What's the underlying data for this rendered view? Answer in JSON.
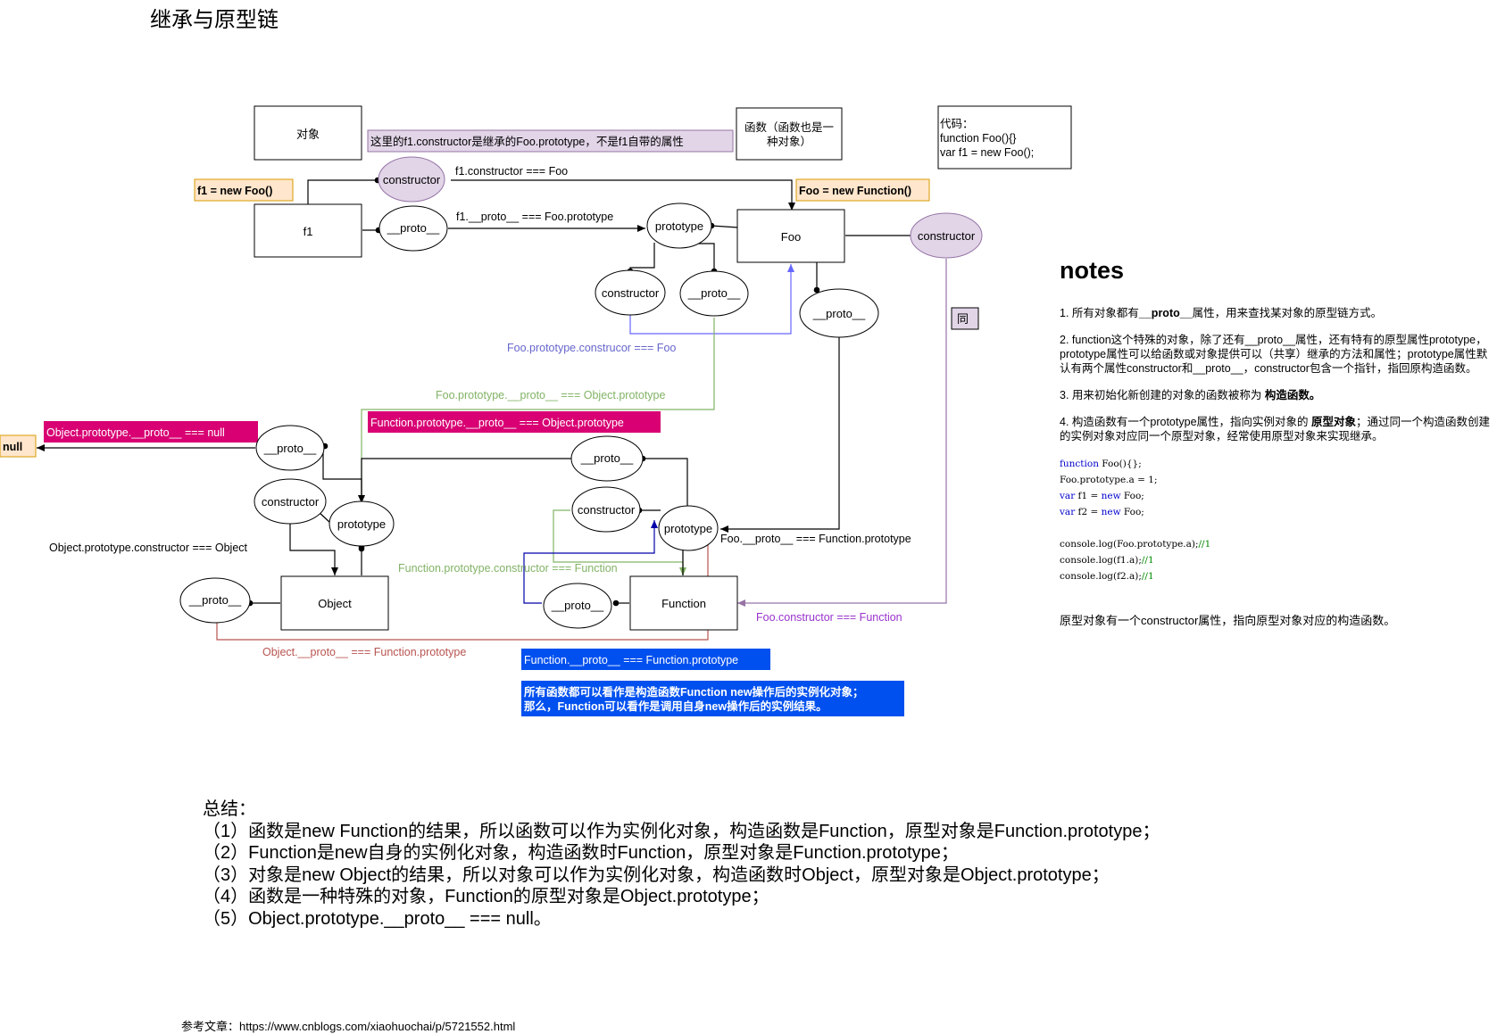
{
  "page": {
    "title": "继承与原型链"
  },
  "legend": {
    "object": "对象",
    "function": "函数（函数也是一种对象）",
    "function_line1": "函数（函数也是一",
    "function_line2": "种对象）",
    "code_box": [
      "代码：",
      "function Foo(){}",
      "var f1 = new Foo();"
    ],
    "constructor_note": "这里的f1.constructor是继承的Foo.prototype，不是f1自带的属性"
  },
  "nodes": {
    "f1": "f1",
    "foo": "Foo",
    "object": "Object",
    "function": "Function",
    "null": "null",
    "proto": "__proto__",
    "prototype": "prototype",
    "constructor": "constructor",
    "same": "同"
  },
  "tags": {
    "f1_new": "f1 = new Foo()",
    "foo_new": "Foo = new Function()",
    "object_proto_null": "Object.prototype.__proto__ === null",
    "function_proto_object": "Function.prototype.__proto__ === Object.prototype",
    "function_proto_function": "Function.__proto__ === Function.prototype",
    "all_functions_line1": "所有函数都可以看作是构造函数Function new操作后的实例化对象；",
    "all_functions_line2": "那么，Function可以看作是调用自身new操作后的实例结果。"
  },
  "edge_labels": {
    "f1_constructor": "f1.constructor === Foo",
    "f1_proto": "f1.__proto__ === Foo.prototype",
    "foo_prototype_constructor": "Foo.prototype.construcor === Foo",
    "foo_prototype_proto": "Foo.prototype.__proto__ === Object.prototype",
    "object_prototype_constructor": "Object.prototype.constructor === Object",
    "foo_proto": "Foo.__proto__ === Function.prototype",
    "function_prototype_constructor": "Function.prototype.constructor === Function",
    "foo_constructor": "Foo.constructor === Function",
    "object_proto": "Object.__proto__ === Function.prototype"
  },
  "notes": {
    "title": "notes",
    "item1_a": "1. 所有对象都有",
    "item1_b": "__proto__",
    "item1_c": "属性，用来查找某对象的原型链方式。",
    "item2_a": "2. function这个特殊的对象，除了还有__proto__属性，还有特有的原型属性prototype，prototype属性可以给函数或对象提供可以（共享）继承的方法和属性；prototype属性默认有两个属性constructor和__proto__，constructor包含一个指针，指回原构造函数。",
    "item3_a": "3. 用来初始化新创建的对象的函数被称为 ",
    "item3_b": "构造函数。",
    "item4_a": "4. 构造函数有一个prototype属性，指向实例对象的 ",
    "item4_b": "原型对象",
    "item4_c": "；通过同一个构造函数创建的实例对象对应同一个原型对象，经常使用原型对象来实现继承。",
    "code": {
      "l1_kw": "function",
      "l1_rest": " Foo(){};",
      "l2": "Foo.prototype.a = 1;",
      "l3_kw": "var",
      "l3_a": " f1 = ",
      "l3_kw2": "new",
      "l3_b": " Foo;",
      "l4_kw": "var",
      "l4_a": " f2 = ",
      "l4_kw2": "new",
      "l4_b": " Foo;",
      "l5_code": "console.log(Foo.prototype.a);",
      "l5_cm": "//1",
      "l6_code": "console.log(f1.a);",
      "l6_cm": "//1",
      "l7_code": "console.log(f2.a);",
      "l7_cm": "//1"
    },
    "footer": "原型对象有一个constructor属性，指向原型对象对应的构造函数。"
  },
  "summary": {
    "heading": "总结：",
    "lines": [
      "（1）函数是new Function的结果，所以函数可以作为实例化对象，构造函数是Function，原型对象是Function.prototype；",
      "（2）Function是new自身的实例化对象，构造函数时Function，原型对象是Function.prototype；",
      "（3）对象是new Object的结果，所以对象可以作为实例化对象，构造函数时Object，原型对象是Object.prototype；",
      "（4）函数是一种特殊的对象，Function的原型对象是Object.prototype；",
      "（5）Object.prototype.__proto__ === null。"
    ]
  },
  "reference": "参考文章：https://www.cnblogs.com/xiaohuochai/p/5721552.html",
  "colors": {
    "purple_fill": "#e1d5e7",
    "purple_stroke": "#9673a6",
    "orange_fill": "#ffe6cc",
    "orange_stroke": "#d79b00",
    "magenta_fill": "#d80073",
    "blue_fill": "#0050ef",
    "blue_edge": "#6666ff",
    "green_edge": "#82b366",
    "red_edge": "#b85450",
    "violet_text": "#9933cc"
  }
}
